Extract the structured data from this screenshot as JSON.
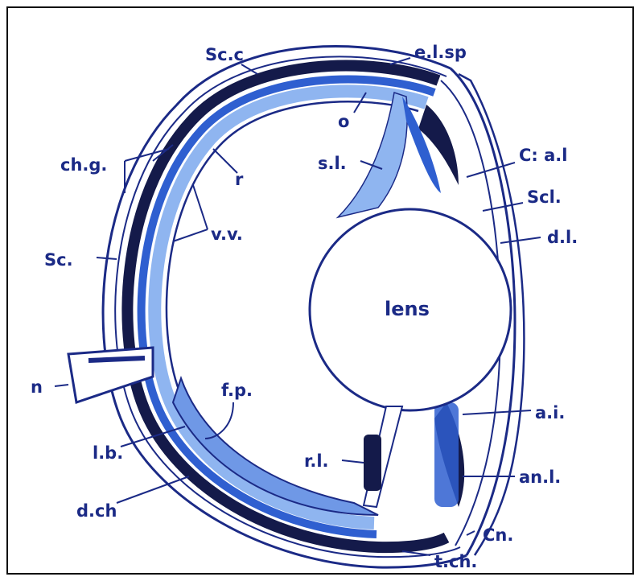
{
  "figure": {
    "colors": {
      "ink": "#1b2a86",
      "dark_layer": "#141a4a",
      "mid_layer": "#2f5fd0",
      "light_layer": "#8fb5f0",
      "background": "#ffffff"
    },
    "labels": {
      "scc": "Sc.c",
      "elsp": "e.l.sp",
      "o": "o",
      "chg": "ch.g.",
      "r": "r",
      "sl": "s.l.",
      "cal": "C: a.l",
      "scl": "Scl.",
      "vv": "v.v.",
      "dl": "d.l.",
      "sc": "Sc.",
      "lens": "lens",
      "n": "n",
      "fp": "f.p.",
      "ai": "a.i.",
      "lb": "l.b.",
      "rl": "r.l.",
      "anl": "an.l.",
      "dch": "d.ch",
      "cn": "Cn.",
      "tch": "t.ch."
    }
  }
}
